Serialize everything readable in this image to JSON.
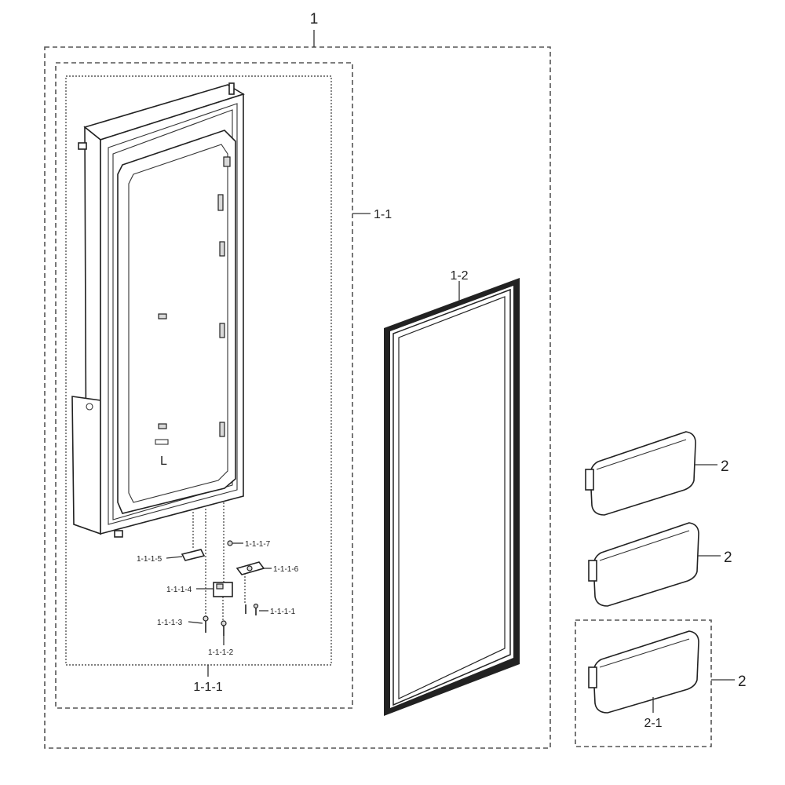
{
  "labels": {
    "assembly": "1",
    "door_assy": "1-1",
    "door_foam": "1-1-1",
    "gasket": "1-2",
    "guard_1": "2",
    "guard_2": "2",
    "guard_3": "2",
    "guard_sub": "2-1",
    "p_1_1_1_1": "1-1-1-1",
    "p_1_1_1_2": "1-1-1-2",
    "p_1_1_1_3": "1-1-1-3",
    "p_1_1_1_4": "1-1-1-4",
    "p_1_1_1_5": "1-1-1-5",
    "p_1_1_1_6": "1-1-1-6",
    "p_1_1_1_7": "1-1-1-7"
  },
  "door_marking": "L"
}
